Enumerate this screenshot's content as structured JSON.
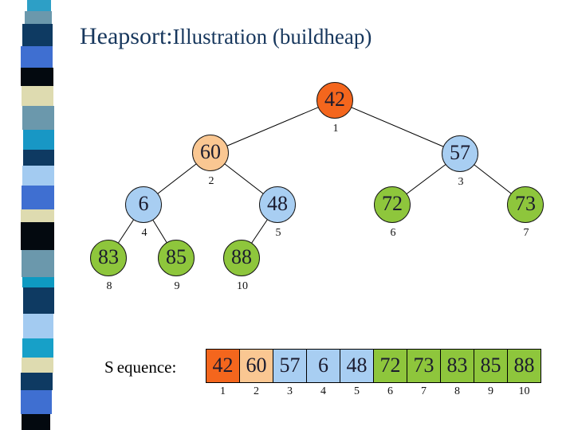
{
  "slide": {
    "title": {
      "part1": "Heapsort:",
      "part2": "Illustration (buildheap)",
      "color": "#17375D"
    },
    "colors": {
      "orange": "#F4661D",
      "peach": "#FAC792",
      "blue": "#A8CEF2",
      "green": "#8EC63C"
    },
    "tree": {
      "nodes": [
        {
          "value": "42",
          "index": "1",
          "color": "orange"
        },
        {
          "value": "60",
          "index": "2",
          "color": "peach"
        },
        {
          "value": "57",
          "index": "3",
          "color": "blue"
        },
        {
          "value": "6",
          "index": "4",
          "color": "blue"
        },
        {
          "value": "48",
          "index": "5",
          "color": "blue"
        },
        {
          "value": "72",
          "index": "6",
          "color": "green"
        },
        {
          "value": "73",
          "index": "7",
          "color": "green"
        },
        {
          "value": "83",
          "index": "8",
          "color": "green"
        },
        {
          "value": "85",
          "index": "9",
          "color": "green"
        },
        {
          "value": "88",
          "index": "10",
          "color": "green"
        }
      ],
      "edges": [
        [
          1,
          2
        ],
        [
          1,
          3
        ],
        [
          2,
          4
        ],
        [
          2,
          5
        ],
        [
          3,
          6
        ],
        [
          3,
          7
        ],
        [
          4,
          8
        ],
        [
          4,
          9
        ],
        [
          5,
          10
        ]
      ],
      "edge_color": "#000000"
    },
    "sequence": {
      "label": "Sequence:",
      "cells": [
        {
          "value": "42",
          "index": "1",
          "color": "orange"
        },
        {
          "value": "60",
          "index": "2",
          "color": "peach"
        },
        {
          "value": "57",
          "index": "3",
          "color": "blue"
        },
        {
          "value": "6",
          "index": "4",
          "color": "blue"
        },
        {
          "value": "48",
          "index": "5",
          "color": "blue"
        },
        {
          "value": "72",
          "index": "6",
          "color": "green"
        },
        {
          "value": "73",
          "index": "7",
          "color": "green"
        },
        {
          "value": "83",
          "index": "8",
          "color": "green"
        },
        {
          "value": "85",
          "index": "9",
          "color": "green"
        },
        {
          "value": "88",
          "index": "10",
          "color": "green"
        }
      ]
    },
    "decor_strip": {
      "blocks": [
        {
          "color": "#2d9fc6",
          "h": 14
        },
        {
          "color": "#6b98ac",
          "h": 16
        },
        {
          "color": "#0e3a62",
          "h": 28
        },
        {
          "color": "#3f6fd1",
          "h": 27
        },
        {
          "color": "#03090f",
          "h": 23
        },
        {
          "color": "#dedbb0",
          "h": 25
        },
        {
          "color": "#6b98ac",
          "h": 30
        },
        {
          "color": "#1897c5",
          "h": 25
        },
        {
          "color": "#0e3a62",
          "h": 20
        },
        {
          "color": "#a3cbf1",
          "h": 25
        },
        {
          "color": "#3f6fd1",
          "h": 30
        },
        {
          "color": "#dedbb0",
          "h": 16
        },
        {
          "color": "#03090f",
          "h": 35
        },
        {
          "color": "#6b98ac",
          "h": 34
        },
        {
          "color": "#0e9ac2",
          "h": 13
        },
        {
          "color": "#0e3a62",
          "h": 33
        },
        {
          "color": "#a3cbf1",
          "h": 31
        },
        {
          "color": "#17a0c8",
          "h": 24
        },
        {
          "color": "#dedbb0",
          "h": 19
        },
        {
          "color": "#0e3a62",
          "h": 22
        },
        {
          "color": "#3f6fd1",
          "h": 30
        },
        {
          "color": "#03090f",
          "h": 20
        }
      ]
    }
  }
}
